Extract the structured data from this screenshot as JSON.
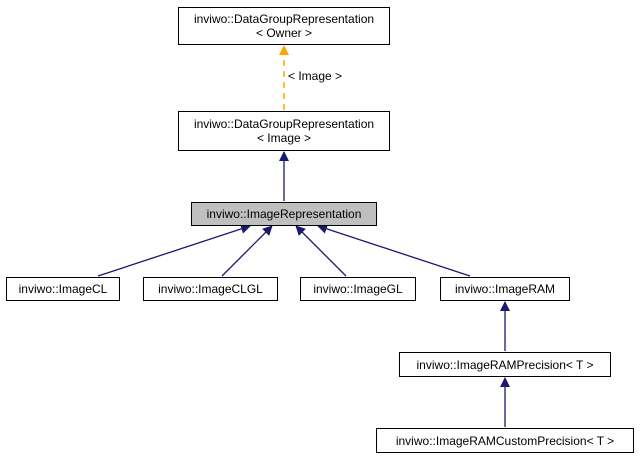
{
  "diagram": {
    "nodes": {
      "dg_owner": {
        "line1": "inviwo::DataGroupRepresentation",
        "line2": "< Owner >"
      },
      "dg_image": {
        "line1": "inviwo::DataGroupRepresentation",
        "line2": "< Image >"
      },
      "image_rep": {
        "label": "inviwo::ImageRepresentation"
      },
      "image_cl": {
        "label": "inviwo::ImageCL"
      },
      "image_clgl": {
        "label": "inviwo::ImageCLGL"
      },
      "image_gl": {
        "label": "inviwo::ImageGL"
      },
      "image_ram": {
        "label": "inviwo::ImageRAM"
      },
      "image_ram_precision": {
        "label": "inviwo::ImageRAMPrecision< T >"
      },
      "image_ram_custom": {
        "label": "inviwo::ImageRAMCustomPrecision< T >"
      }
    },
    "edge_labels": {
      "template_arg": "< Image >"
    },
    "colors": {
      "inherit_edge": "#191970",
      "template_edge": "#ffa500",
      "highlight_fill": "#bfbfbf"
    }
  }
}
